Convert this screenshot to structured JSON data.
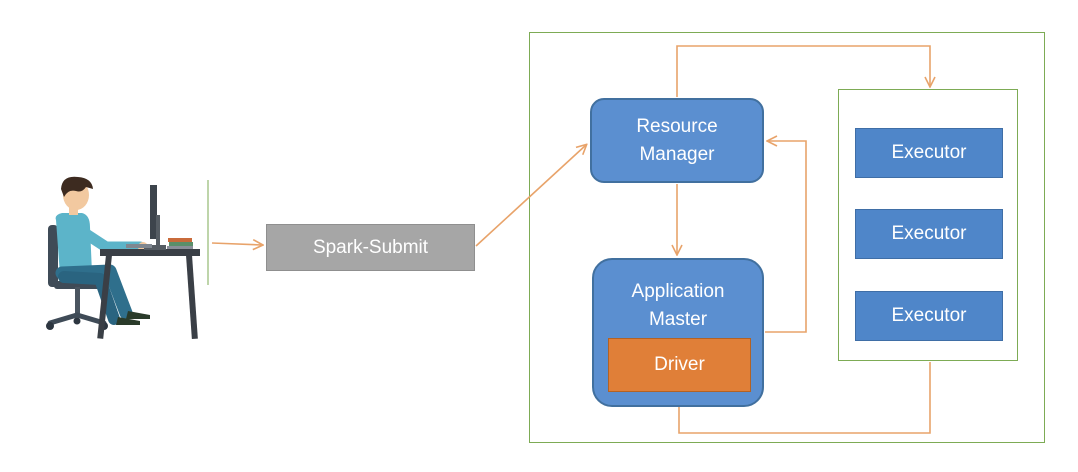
{
  "labels": {
    "spark_submit": "Spark-Submit",
    "resource_manager": "Resource\nManager",
    "application_master": "Application\nMaster",
    "driver": "Driver",
    "executors": [
      "Executor",
      "Executor",
      "Executor"
    ]
  },
  "colors": {
    "node_blue": "#5b8fd0",
    "executor_blue": "#4f86c9",
    "driver_orange": "#e07f38",
    "submit_gray": "#a6a6a6",
    "arrow_orange": "#e8a36a",
    "frame_green": "#7dab55"
  },
  "icons": {
    "user": "person-at-computer-icon"
  }
}
